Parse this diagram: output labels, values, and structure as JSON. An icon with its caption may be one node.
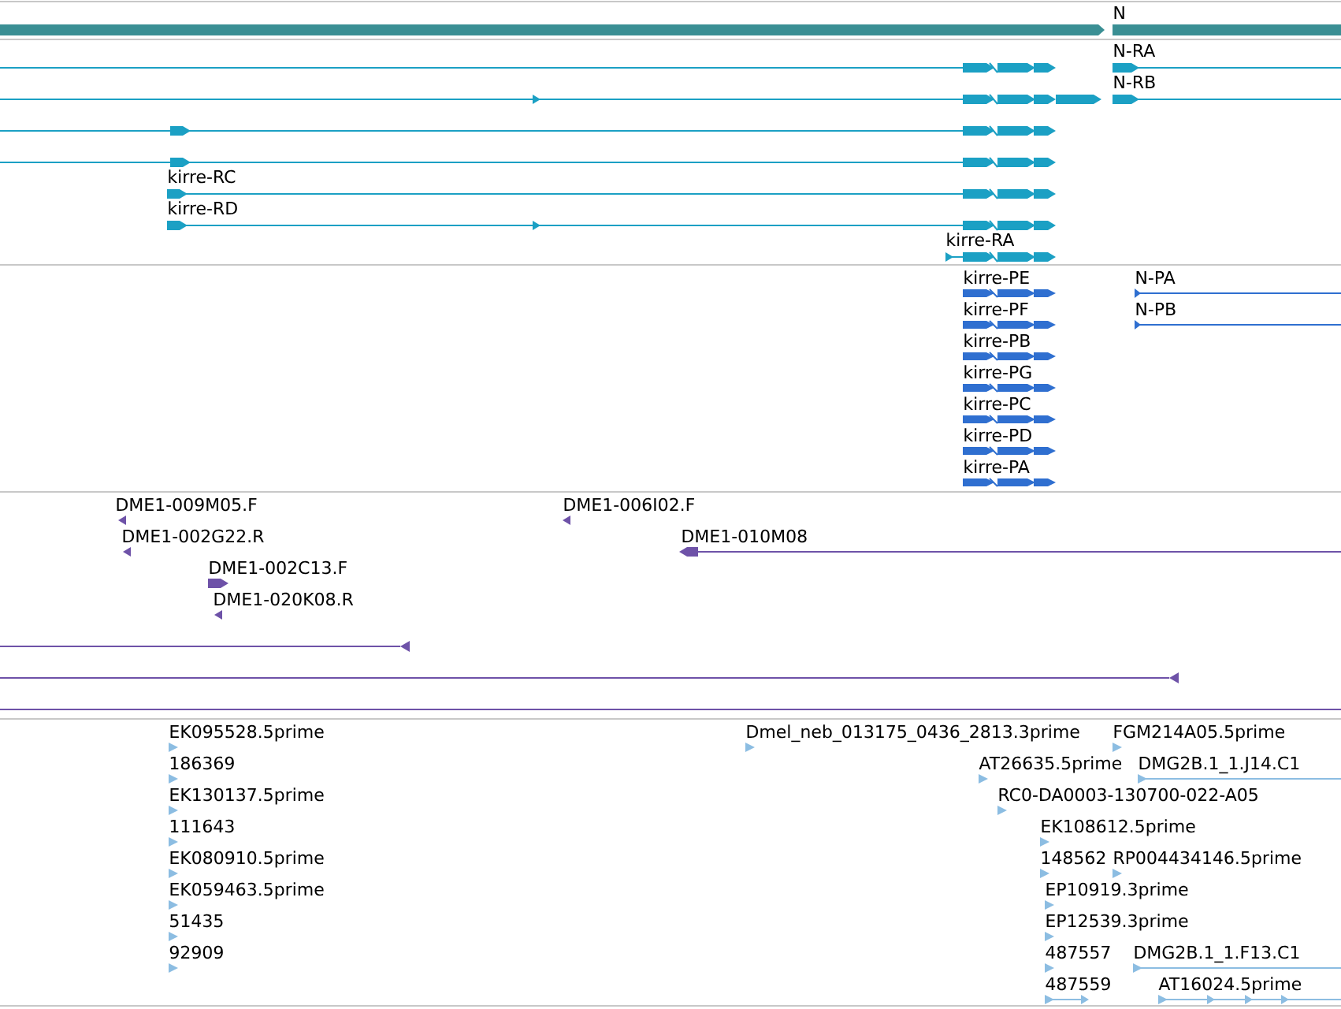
{
  "diagram": {
    "labels": [
      "N",
      "N-RA",
      "N-RB",
      "kirre-RC",
      "kirre-RD",
      "kirre-RA",
      "kirre-PE",
      "N-PA",
      "kirre-PF",
      "N-PB",
      "kirre-PB",
      "kirre-PG",
      "kirre-PC",
      "kirre-PD",
      "kirre-PA",
      "DME1-009M05.F",
      "DME1-006I02.F",
      "DME1-002G22.R",
      "DME1-010M08",
      "DME1-002C13.F",
      "DME1-020K08.R",
      "EK095528.5prime",
      "Dmel_neb_013175_0436_2813.3prime",
      "FGM214A05.5prime",
      "186369",
      "AT26635.5prime",
      "DMG2B.1_1.J14.C1",
      "EK130137.5prime",
      "RC0-DA0003-130700-022-A05",
      "111643",
      "EK108612.5prime",
      "EK080910.5prime",
      "148562",
      "RP004434146.5prime",
      "EK059463.5prime",
      "EP10919.3prime",
      "51435",
      "EP12539.3prime",
      "92909",
      "487557",
      "DMG2B.1_1.F13.C1",
      "487559",
      "AT16024.5prime"
    ]
  }
}
